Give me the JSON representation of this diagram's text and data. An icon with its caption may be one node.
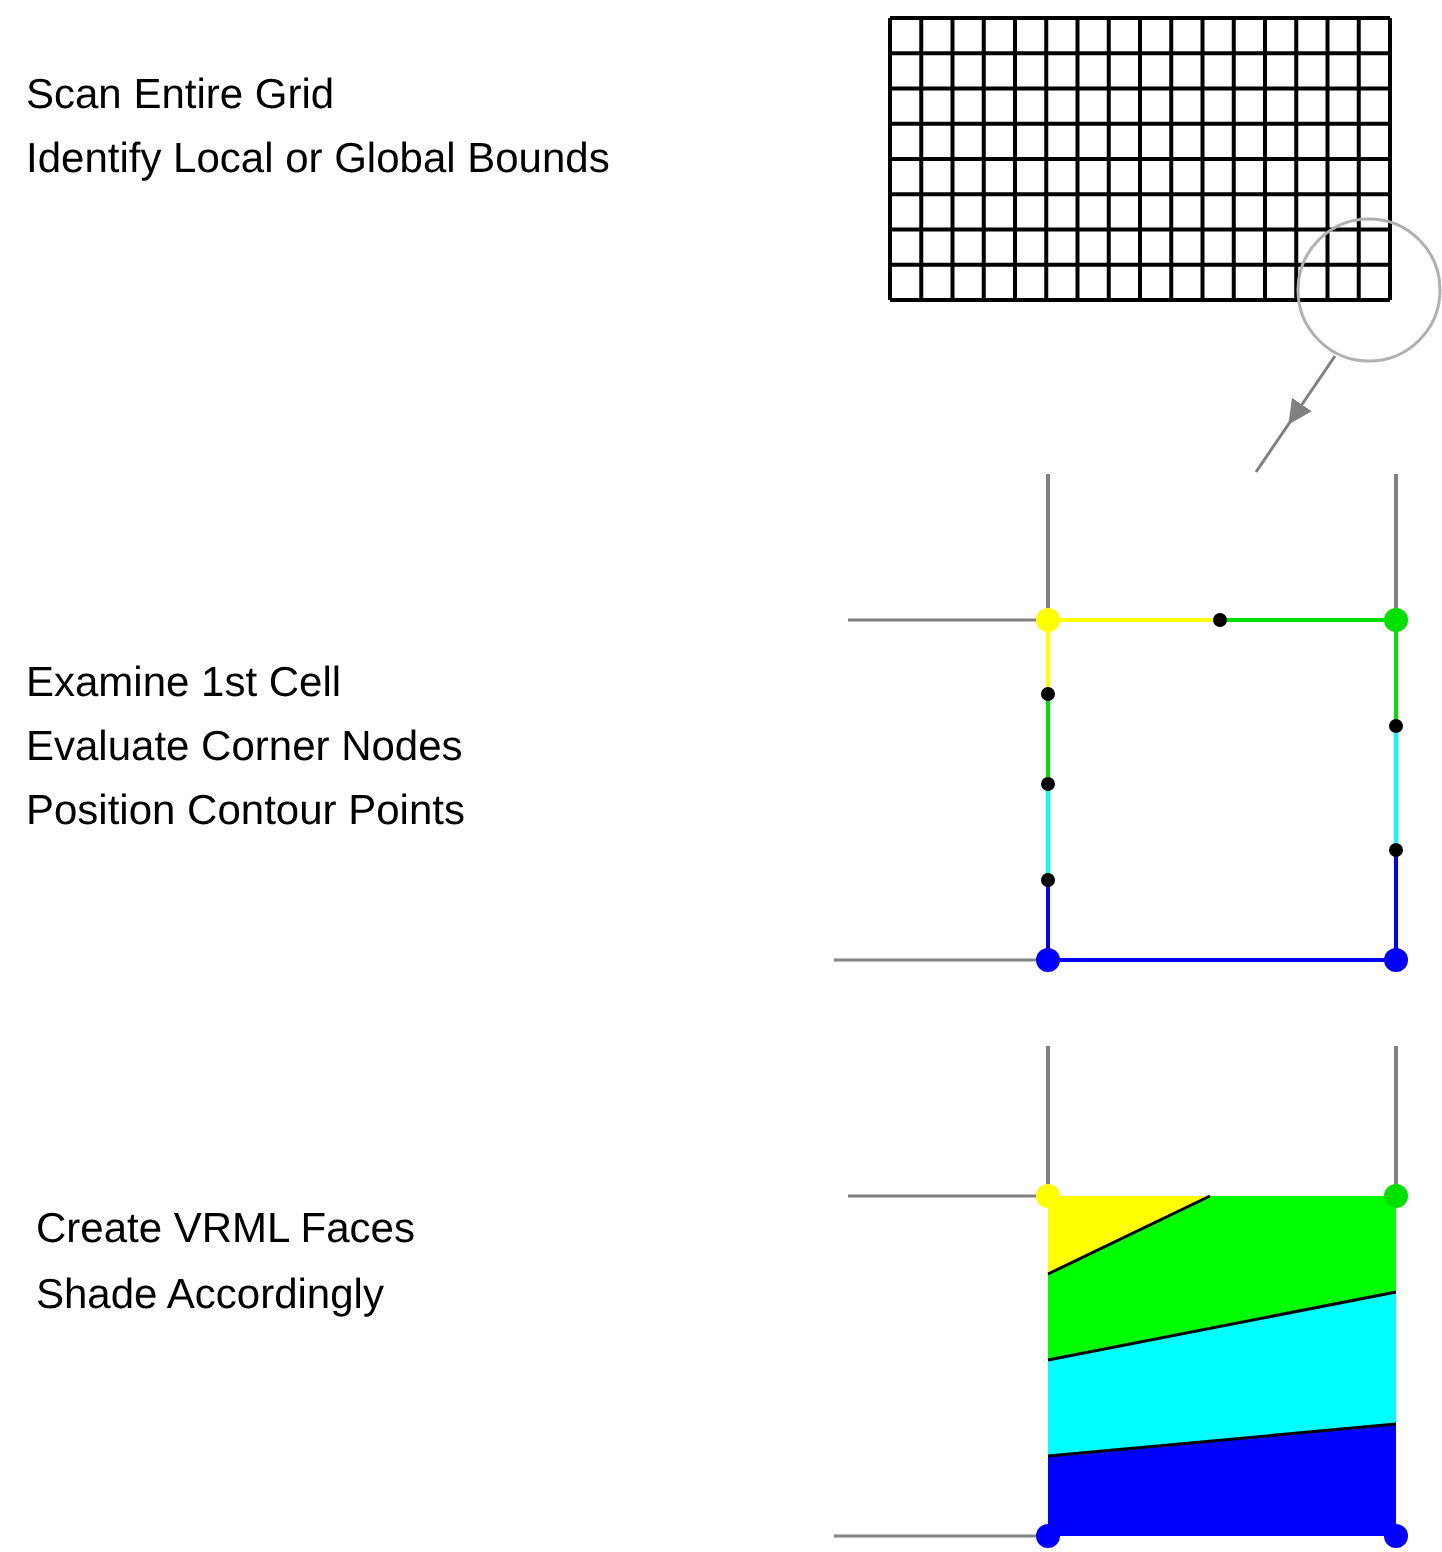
{
  "diagram": {
    "nodes": [
      {
        "text": [],
        "shape": "circle"
      },
      {
        "text": [],
        "shape": "picture"
      }
    ],
    "edges": [
      {
        "from": 0,
        "to": 1,
        "arrow": "to"
      }
    ],
    "labels": [
      "Scan Entire Grid",
      "Identify Local or Global Bounds",
      "Examine 1st Cell",
      "Evaluate Corner Nodes",
      "Position Contour Points",
      "Create VRML Faces",
      "Shade Accordingly"
    ]
  }
}
